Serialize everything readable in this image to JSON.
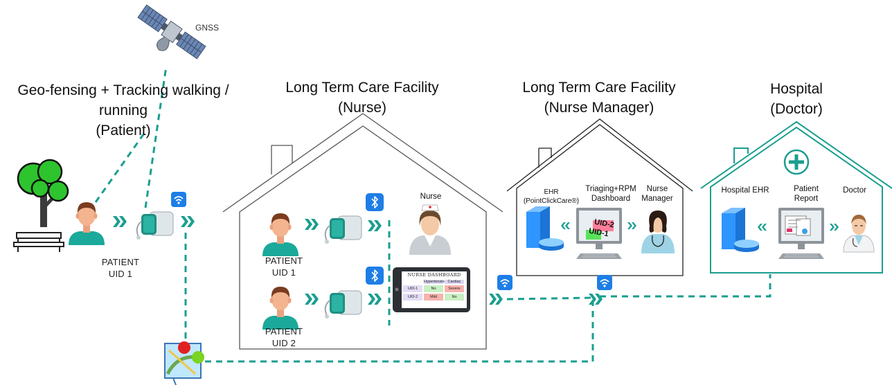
{
  "satellite": {
    "label": "GNSS"
  },
  "zones": {
    "patient": {
      "title": "Geo-fensing + Tracking  walking /\nrunning\n(Patient)",
      "patient_label": "PATIENT\nUID 1"
    },
    "nurse": {
      "title": "Long Term Care Facility\n(Nurse)",
      "role_label": "Nurse",
      "patient1_label": "PATIENT\nUID 1",
      "patient2_label": "PATIENT\nUID 2"
    },
    "manager": {
      "title": "Long Term Care Facility\n(Nurse Manager)",
      "ehr_label": "EHR\n(PointClickCare®)",
      "dashboard_label": "Triaging+RPM\nDashboard",
      "role_label": "Nurse\nManager",
      "screen_tags": [
        "UID-2",
        "UID-1"
      ]
    },
    "hospital": {
      "title": "Hospital\n(Doctor)",
      "ehr_label": "Hospital EHR",
      "report_label": "Patient\nReport",
      "role_label": "Doctor"
    }
  },
  "nurse_dashboard": {
    "title": "NURSE DASHBOARD",
    "headers": [
      "",
      "Hypertension",
      "Cardiac"
    ],
    "rows": [
      [
        "UID-1",
        "No",
        "Severe"
      ],
      [
        "UID-2",
        "Mild",
        "No"
      ]
    ]
  },
  "colors": {
    "teal": "#1a9e8f",
    "badge_blue": "#1e7ee6",
    "tree_green": "#2ec42e",
    "skin": "#f3b48f",
    "shirt": "#1aa99a"
  },
  "icons": [
    "satellite-icon",
    "tree-icon",
    "bench-icon",
    "wifi-icon",
    "bluetooth-icon",
    "map-pin-icon",
    "server-icon",
    "monitor-icon",
    "nurse-icon",
    "doctor-icon",
    "medical-cross-icon",
    "wearable-device-icon"
  ]
}
